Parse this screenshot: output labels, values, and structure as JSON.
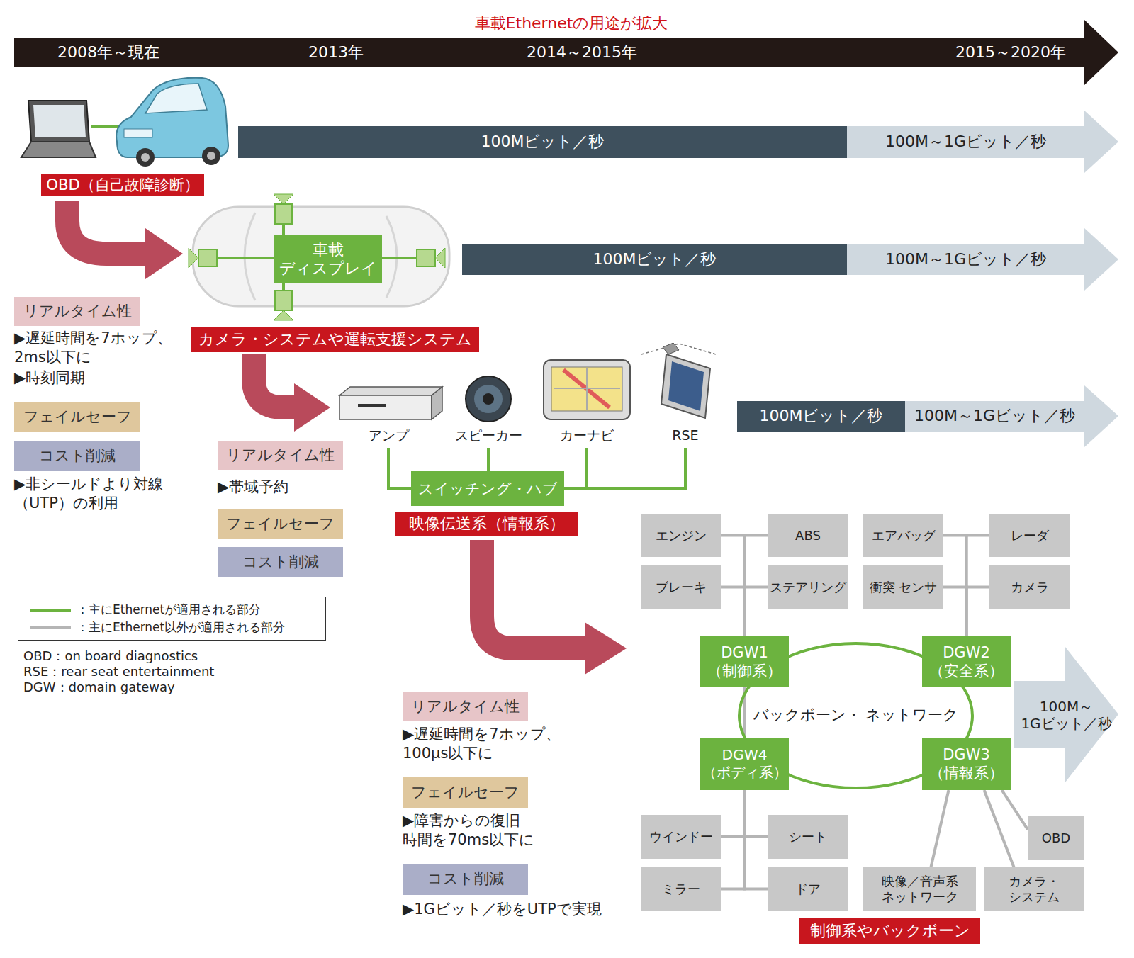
{
  "diagram": {
    "title": "車載Ethernetの用途が拡大",
    "nodes": [
      {
        "text": [
          "OBD（自己故障診断）"
        ]
      },
      {
        "text": [
          "100Mビット／秒"
        ]
      },
      {
        "text": [
          "100M～1Gビット／秒"
        ]
      },
      {
        "text": [
          "車載 ディスプレイ"
        ]
      },
      {
        "text": [
          "100Mビット／秒"
        ]
      },
      {
        "text": [
          "100M～1Gビット／秒"
        ]
      },
      {
        "text": [
          "リアルタイム性"
        ]
      },
      {
        "text": [
          "カメラ・システムや運転支援システム"
        ]
      },
      {
        "text": [
          "フェイルセーフ"
        ]
      },
      {
        "text": [
          "コスト削減"
        ]
      },
      {
        "text": [
          "100Mビット／秒"
        ]
      },
      {
        "text": [
          "100M～1Gビット／秒"
        ]
      },
      {
        "text": [
          "リアルタイム性"
        ]
      },
      {
        "text": [
          "スイッチング・ハブ"
        ]
      },
      {
        "text": [
          "映像伝送系（情報系）"
        ]
      },
      {
        "text": [
          "フェイルセーフ"
        ]
      },
      {
        "text": [
          "コスト削減"
        ]
      },
      {
        "text": [
          "エンジン"
        ]
      },
      {
        "text": [
          "ABS"
        ]
      },
      {
        "text": [
          "エアバッグ"
        ]
      },
      {
        "text": [
          "レーダ"
        ]
      },
      {
        "text": [
          "ブレーキ"
        ]
      },
      {
        "text": [
          "ステアリング"
        ]
      },
      {
        "text": [
          "衝突 センサ"
        ]
      },
      {
        "text": [
          "カメラ"
        ]
      },
      {
        "text": [
          "バックボーン・ ネットワーク"
        ]
      },
      {
        "text": [
          "DGW1 （制御系）"
        ]
      },
      {
        "text": [
          "DGW2 （安全系）"
        ]
      },
      {
        "text": [
          "DGW4 （ボディ系）"
        ]
      },
      {
        "text": [
          "DGW3 （情報系）"
        ]
      },
      {
        "text": [
          "100M～ 1Gビット／秒"
        ]
      },
      {
        "text": [
          "リアルタイム性"
        ]
      },
      {
        "text": [
          "フェイルセーフ"
        ]
      },
      {
        "text": [
          "コスト削減"
        ]
      },
      {
        "text": [
          "ウインドー"
        ]
      },
      {
        "text": [
          "シート"
        ]
      },
      {
        "text": [
          "OBD"
        ]
      },
      {
        "text": [
          "ミラー"
        ]
      },
      {
        "text": [
          "ドア"
        ]
      },
      {
        "text": [
          "映像／音声系 ネットワーク"
        ]
      },
      {
        "text": [
          "カメラ・ システム"
        ]
      },
      {
        "text": [
          "制御系やバックボーン"
        ]
      }
    ],
    "edges": [
      {
        "from": 26,
        "to": 17,
        "arrow": "none"
      },
      {
        "from": 26,
        "to": 18,
        "arrow": "none"
      },
      {
        "from": 26,
        "to": 21,
        "arrow": "none"
      },
      {
        "from": 26,
        "to": 22,
        "arrow": "none"
      },
      {
        "from": 27,
        "to": 19,
        "arrow": "none"
      },
      {
        "from": 27,
        "to": 20,
        "arrow": "none"
      },
      {
        "from": 27,
        "to": 23,
        "arrow": "none"
      },
      {
        "from": 27,
        "to": 24,
        "arrow": "none"
      },
      {
        "from": 28,
        "to": 34,
        "arrow": "none"
      },
      {
        "from": 28,
        "to": 35,
        "arrow": "none"
      },
      {
        "from": 28,
        "to": 37,
        "arrow": "none"
      },
      {
        "from": 28,
        "to": 38,
        "arrow": "none"
      },
      {
        "from": 29,
        "to": 39,
        "arrow": "none"
      },
      {
        "from": 29,
        "to": 40,
        "arrow": "none"
      },
      {
        "from": 29,
        "to": 36,
        "arrow": "none"
      }
    ],
    "labels": [
      "2008年～現在",
      "2013年",
      "2014～2015年",
      "2015～2020年",
      "▶遅延時間を7ホップ、 2ms以下に",
      "▶時刻同期",
      "▶非シールドより対線 （UTP）の利用",
      "アンプ",
      "スピーカー",
      "カーナビ",
      "RSE",
      "▶帯域予約",
      "OBD：on board diagnostics",
      "RSE：rear seat entertainment",
      "DGW：domain gateway",
      "▶遅延時間を7ホップ、 100μs以下に",
      "▶障害からの復旧 時間を70ms以下に",
      "▶1Gビット／秒をUTPで実現"
    ],
    "legend": [
      {
        "text": "：主にEthernetが適用される部分"
      },
      {
        "text": "：主にEthernet以外が適用される部分"
      }
    ]
  }
}
